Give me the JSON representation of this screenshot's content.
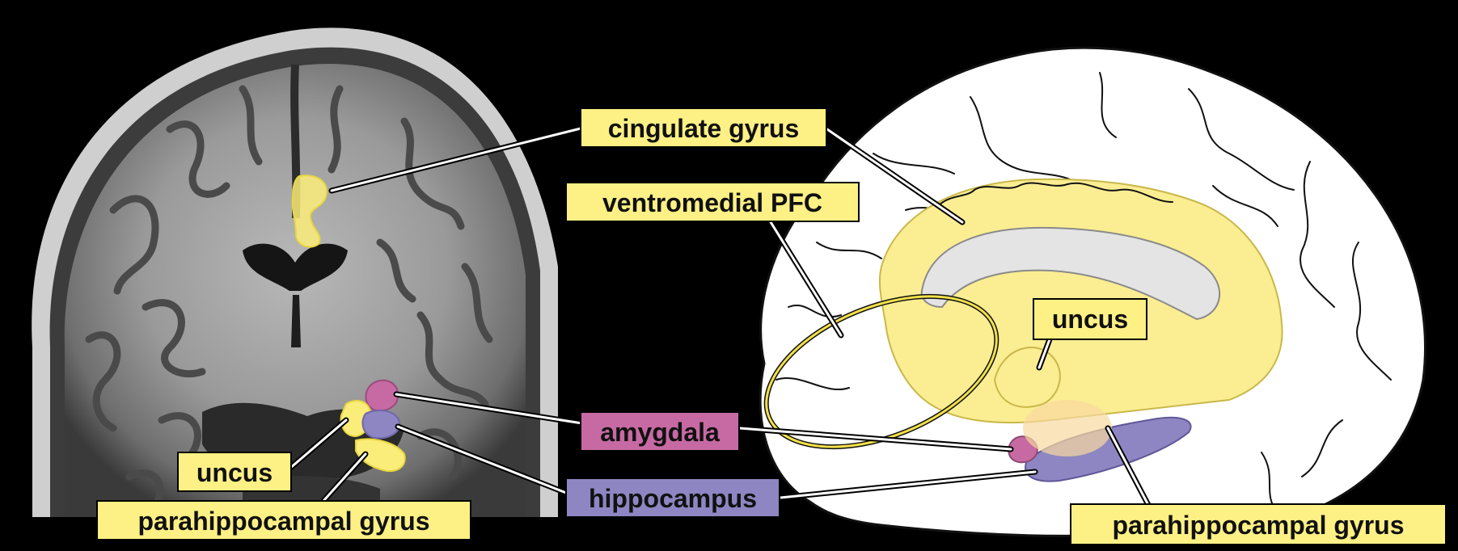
{
  "figure": {
    "panels": [
      "coronal-mri-slice",
      "medial-brain-drawing"
    ]
  },
  "colors": {
    "background": "#000000",
    "label_yellow": "#fdf085",
    "amygdala": "#c76aa3",
    "hippocampus": "#8d86c2",
    "yellow_region": "#fbed92",
    "ventricle": "#e7e7e7",
    "brain_white": "#ffffff"
  },
  "labels": {
    "cingulate_gyrus": "cingulate gyrus",
    "ventromedial_pfc": "ventromedial PFC",
    "uncus_right": "uncus",
    "amygdala": "amygdala",
    "hippocampus": "hippocampus",
    "uncus_left": "uncus",
    "parahippocampal_left": "parahippocampal gyrus",
    "parahippocampal_right": "parahippocampal gyrus"
  }
}
